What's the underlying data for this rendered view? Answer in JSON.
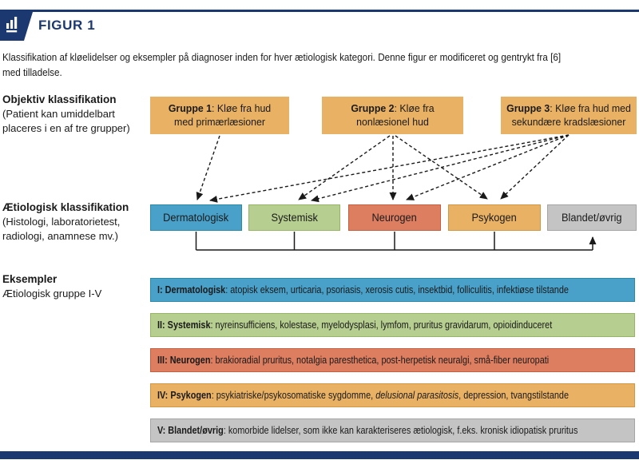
{
  "header": {
    "figure_label": "FIGUR 1"
  },
  "caption": {
    "lines": [
      "Klassifikation af kløelidelser og eksempler på diagnoser inden for hver ætiologisk kategori. Denne figur er modificeret og gentrykt fra [6]",
      "med tilladelse."
    ]
  },
  "left_labels": {
    "objective": {
      "title": "Objektiv klassifikation",
      "lines": [
        "(Patient kan umiddelbart",
        "placeres i en af tre grupper)"
      ]
    },
    "etiologic": {
      "title": "Ætiologisk klassifikation",
      "lines": [
        "(Histologi, laboratorietest,",
        "radiologi, anamnese mv.)"
      ]
    },
    "examples": {
      "title": "Eksempler",
      "lines": [
        "Ætiologisk gruppe I-V"
      ]
    }
  },
  "groups": [
    {
      "line1": [
        {
          "t": "Gruppe 1",
          "b": 1
        },
        {
          "t": ": Kløe fra hud"
        }
      ],
      "line2": "med primærlæsioner"
    },
    {
      "line1": [
        {
          "t": "Gruppe 2",
          "b": 1
        },
        {
          "t": ": Kløe fra"
        }
      ],
      "line2": "nonlæsionel hud"
    },
    {
      "line1": [
        {
          "t": "Gruppe 3",
          "b": 1
        },
        {
          "t": ": Kløe fra hud med"
        }
      ],
      "line2": "sekundære kradslæsioner"
    }
  ],
  "categories": [
    {
      "label": "Dermatologisk",
      "color": "#49a1c9",
      "border": "#2b8aa6"
    },
    {
      "label": "Systemisk",
      "color": "#b6ce8f",
      "border": "#97b565"
    },
    {
      "label": "Neurogen",
      "color": "#dd7e61",
      "border": "#c55f41"
    },
    {
      "label": "Psykogen",
      "color": "#e9b164",
      "border": "#d29647"
    },
    {
      "label": "Blandet/øvrig",
      "color": "#c4c4c4",
      "border": "#a5a5a5"
    }
  ],
  "example_bars": [
    {
      "segments": [
        {
          "t": "I: Dermatologisk",
          "b": 1
        },
        {
          "t": ": atopisk eksem, urticaria, psoriasis, xerosis cutis, insektbid, folliculitis, infektiøse tilstande"
        }
      ],
      "color": "#49a1c9",
      "border": "#2b8aa6"
    },
    {
      "segments": [
        {
          "t": "II: Systemisk",
          "b": 1
        },
        {
          "t": ": nyreinsufficiens, kolestase, myelodysplasi, lymfom, pruritus gravidarum, opioidinduceret"
        }
      ],
      "color": "#b6ce8f",
      "border": "#97b565"
    },
    {
      "segments": [
        {
          "t": "III: Neurogen",
          "b": 1
        },
        {
          "t": ": brakioradial pruritus, notalgia paresthetica, post-herpetisk neuralgi, små-fiber neuropati"
        }
      ],
      "color": "#dd7e61",
      "border": "#c55f41"
    },
    {
      "segments": [
        {
          "t": "IV: Psykogen",
          "b": 1
        },
        {
          "t": ": psykiatriske/psykosomatiske sygdomme, "
        },
        {
          "t": "delusional parasitosis",
          "i": 1
        },
        {
          "t": ", depression, tvangstilstande"
        }
      ],
      "color": "#e9b164",
      "border": "#d29647"
    },
    {
      "segments": [
        {
          "t": "V: Blandet/øvrig",
          "b": 1
        },
        {
          "t": ": komorbide lidelser, som ikke kan karakteriseres ætiologisk, f.eks. kronisk idiopatisk pruritus"
        }
      ],
      "color": "#c4c4c4",
      "border": "#a5a5a5"
    }
  ],
  "group_box_color": "#e9b164",
  "colors": {
    "navy": "#1c3870",
    "line": "#1a1a1a"
  }
}
